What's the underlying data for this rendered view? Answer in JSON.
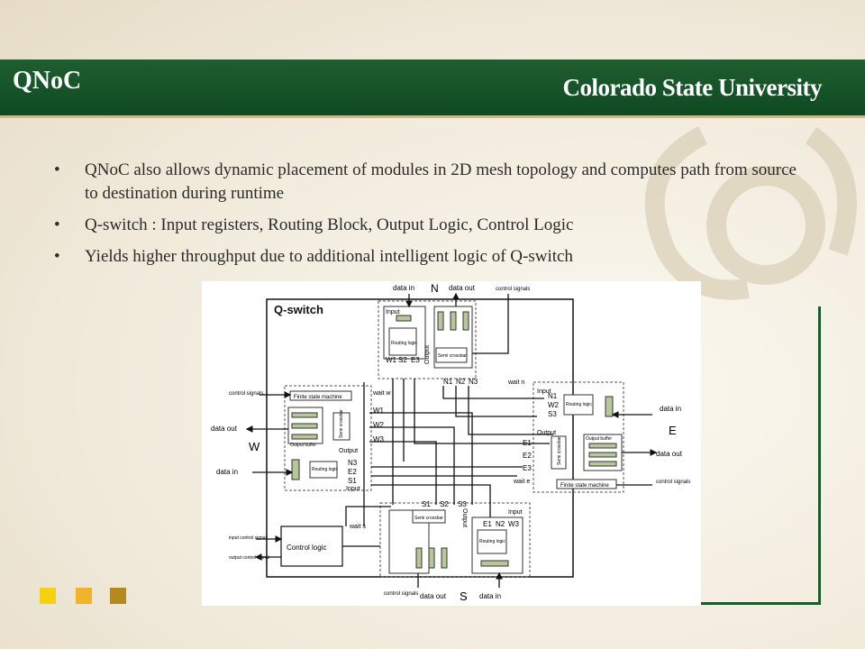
{
  "slide": {
    "title": "QNoC",
    "logo": "Colorado State University",
    "bullets": [
      "QNoC also allows dynamic placement of modules in 2D mesh topology and computes path from source to destination during runtime",
      "Q-switch : Input registers, Routing Block, Output Logic, Control Logic",
      "Yields higher throughput  due to additional intelligent logic of Q-switch"
    ]
  },
  "figure": {
    "title": "Q-switch",
    "directions": {
      "north": "N",
      "south": "S",
      "east": "E",
      "west": "W"
    },
    "labels": {
      "data_in": "data in",
      "data_out": "data out",
      "control_signals": "control signals",
      "input_control_signal": "input control signal",
      "output_control_signal": "output control signal",
      "control_logic": "Control logic",
      "semi_crossbar": "Semi crossbar",
      "routing_logic": "Routing logic",
      "finite_state_machine": "Finite state machine",
      "output_buffer": "Output buffer",
      "input": "Input",
      "output": "Output"
    },
    "ports": {
      "north_bottom": [
        "N1",
        "N2",
        "N3"
      ],
      "north_top": [
        "W1",
        "S2",
        "E3"
      ],
      "west_right": [
        "W1",
        "W2",
        "W3"
      ],
      "west_lower": [
        "N3",
        "E2",
        "S1"
      ],
      "east_left": [
        "E1",
        "E2",
        "E3"
      ],
      "east_top": [
        "N1",
        "W2",
        "S3"
      ],
      "south_top": [
        "S1",
        "S2",
        "S3"
      ],
      "south_right": [
        "E1",
        "N2",
        "W3"
      ]
    },
    "waits": {
      "w": "wait w",
      "n": "wait n",
      "e": "wait e",
      "s": "wait s"
    }
  },
  "colors": {
    "header": "#1a5a2c",
    "sq1": "#f4d20f",
    "sq2": "#f0b428",
    "sq3": "#b38a1e"
  }
}
